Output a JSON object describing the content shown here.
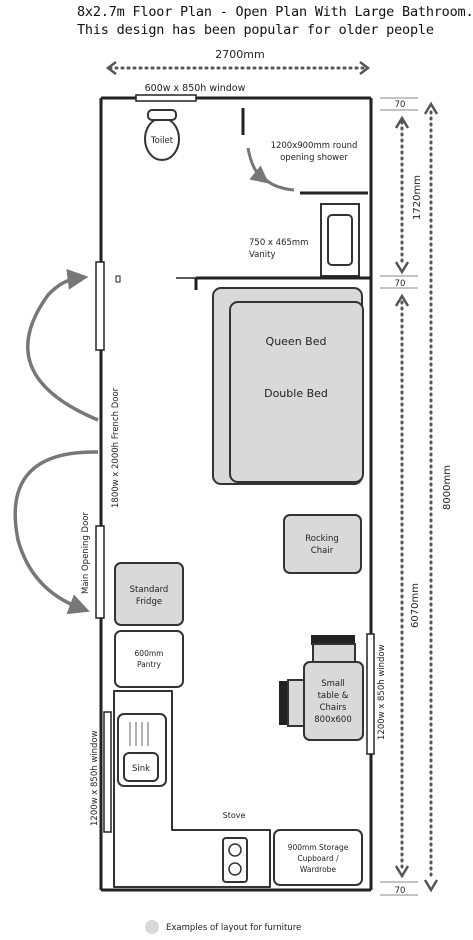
{
  "title": {
    "line1": "8x2.7m Floor Plan - Open Plan With Large Bathroom.",
    "line2": "This design has been popular for older people"
  },
  "dimensions": {
    "width": "2700mm",
    "length": "8000mm",
    "bathroom": "1720mm",
    "living": "6070mm",
    "gap_top": "70",
    "gap_mid": "70",
    "gap_bottom": "70"
  },
  "openings": {
    "top_window": "600w x 850h window",
    "french_door": "1800w x 2000h French Door",
    "main_door": "Main Opening Door",
    "left_window": "1200w x 850h window",
    "right_window": "1200w x 850h window"
  },
  "rooms": {
    "toilet": "Toilet",
    "shower_line1": "1200x900mm round",
    "shower_line2": "opening shower",
    "vanity_line1": "750 x 465mm",
    "vanity_line2": "Vanity",
    "queen_bed": "Queen Bed",
    "double_bed": "Double Bed",
    "rocking_line1": "Rocking",
    "rocking_line2": "Chair",
    "fridge_line1": "Standard",
    "fridge_line2": "Fridge",
    "pantry_line1": "600mm",
    "pantry_line2": "Pantry",
    "table_line1": "Small",
    "table_line2": "table &",
    "table_line3": "Chairs",
    "table_line4": "800x600",
    "sink": "Sink",
    "stove": "Stove",
    "storage_line1": "900mm Storage",
    "storage_line2": "Cupboard /",
    "storage_line3": "Wardrobe"
  },
  "legend": {
    "label": "Examples of layout for furniture",
    "swatch_color": "#d9d9d9"
  }
}
